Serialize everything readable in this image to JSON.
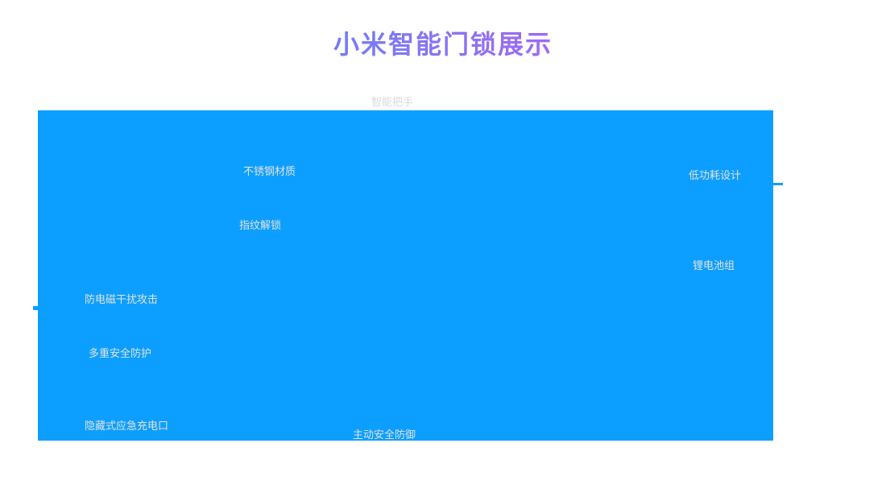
{
  "page": {
    "title": "小米智能门锁展示"
  },
  "theme": {
    "title_gradient_start": "#2F9BF7",
    "title_gradient_end": "#E44BF0",
    "hero_background": "#0D9FFF",
    "label_color_on_blue": "#E2E2E2",
    "label_color_on_white": "#D9D9D9"
  },
  "hero": {
    "top_label": "智能把手",
    "callouts": [
      {
        "label": "不锈钢材质"
      },
      {
        "label": "指纹解锁"
      },
      {
        "label": "低功耗设计"
      },
      {
        "label": "锂电池组"
      },
      {
        "label": "防电磁干扰攻击"
      },
      {
        "label": "多重安全防护"
      },
      {
        "label": "隐藏式应急充电口"
      },
      {
        "label": "主动安全防御"
      }
    ]
  }
}
